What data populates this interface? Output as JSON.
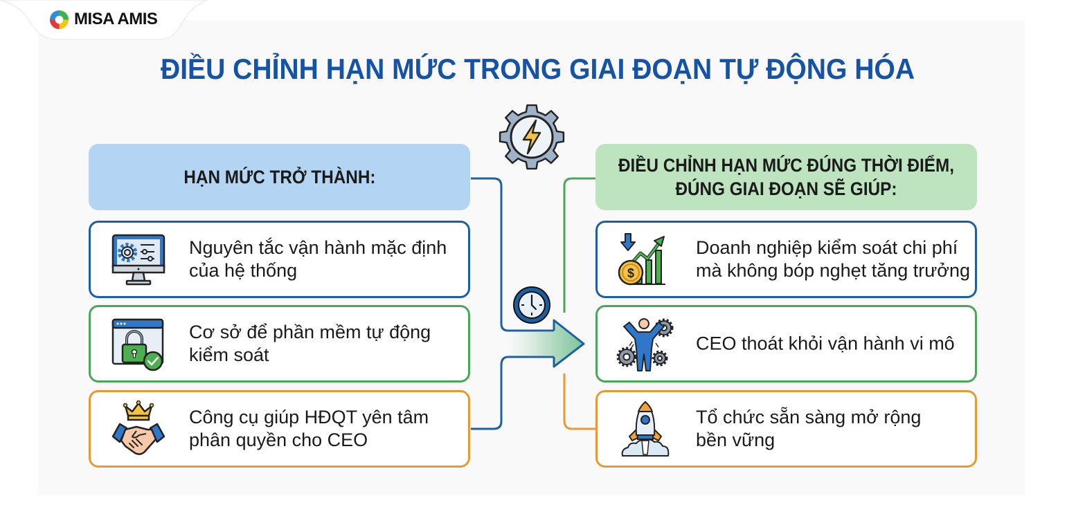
{
  "brand": {
    "logo_text": "MISA AMIS",
    "logo_colors": [
      "#2f8fd8",
      "#3bb54a",
      "#f5c518",
      "#e53935"
    ]
  },
  "title": "ĐIỀU CHỈNH HẠN MỨC TRONG GIAI ĐOẠN TỰ ĐỘNG HÓA",
  "colors": {
    "title": "#1553a7",
    "blue": "#1d5fa3",
    "green": "#4ca65a",
    "orange": "#e59a35",
    "header_left_bg": "#b3d4f2",
    "header_right_bg": "#bde3bf"
  },
  "center": {
    "top_icon": "gear-lightning-icon",
    "middle_icon": "clock-icon",
    "arrow": "right-arrow-icon"
  },
  "left_column": {
    "header": "HẠN MỨC TRỞ THÀNH:",
    "items": [
      {
        "icon": "monitor-settings-icon",
        "text": "Nguyên tắc vận hành mặc định\ncủa hệ thống",
        "color": "blue"
      },
      {
        "icon": "window-lock-check-icon",
        "text": "Cơ sở để phần mềm tự động\nkiểm soát",
        "color": "green"
      },
      {
        "icon": "handshake-crown-icon",
        "text": "Công cụ giúp HĐQT yên tâm\nphân quyền cho CEO",
        "color": "orange"
      }
    ]
  },
  "right_column": {
    "header": "ĐIỀU CHỈNH HẠN MỨC ĐÚNG THỜI ĐIỂM,\nĐÚNG GIAI ĐOẠN SẼ GIÚP:",
    "items": [
      {
        "icon": "cost-growth-chart-icon",
        "text": "Doanh nghiệp kiểm soát chi phí\nmà không bóp nghẹt tăng trưởng",
        "color": "blue"
      },
      {
        "icon": "person-gears-icon",
        "text": "CEO thoát khỏi vận hành vi mô",
        "color": "green"
      },
      {
        "icon": "rocket-launch-icon",
        "text": "Tổ chức sẵn sàng mở rộng\nbền vững",
        "color": "orange"
      }
    ]
  }
}
